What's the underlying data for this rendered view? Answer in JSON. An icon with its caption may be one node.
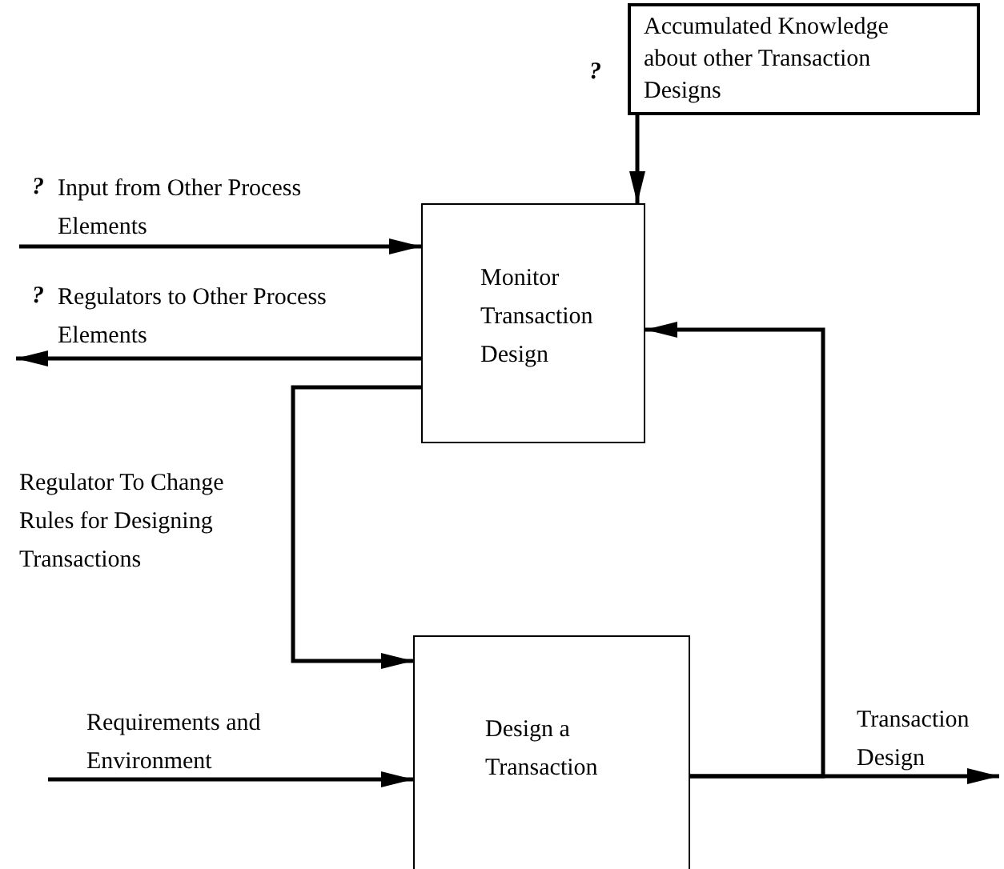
{
  "diagram": {
    "nodes": [
      {
        "text": [
          "Accumulated Knowledge about other Transaction Designs"
        ]
      },
      {
        "text": [
          "Monitor Transaction Design"
        ]
      },
      {
        "text": [
          "Design a Transaction"
        ]
      }
    ],
    "edges": [
      {
        "from": 0,
        "to": 1,
        "arrow": "to"
      },
      {
        "from": null,
        "to": 1,
        "arrow": "to",
        "label": "Input from Other Process Elements"
      },
      {
        "from": 1,
        "to": null,
        "arrow": "to",
        "label": "Regulators to Other Process Elements"
      },
      {
        "from": 1,
        "to": 2,
        "arrow": "to",
        "label": "Regulator To Change Rules for Designing Transactions"
      },
      {
        "from": null,
        "to": 2,
        "arrow": "to",
        "label": "Requirements and Environment"
      },
      {
        "from": 2,
        "to": null,
        "arrow": "to",
        "label": "Transaction Design"
      },
      {
        "from": 2,
        "to": 1,
        "arrow": "to"
      }
    ],
    "labels": [
      "?",
      "?",
      "?"
    ]
  }
}
